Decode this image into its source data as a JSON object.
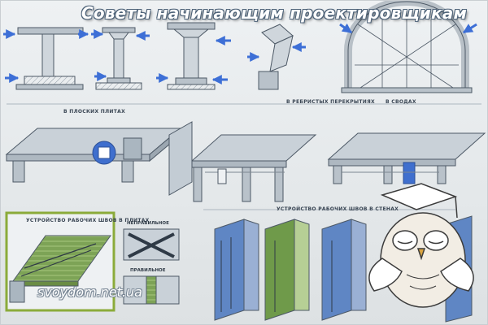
{
  "headline": "Советы начинающим проектировщикам",
  "sections": {
    "flat_slabs": "В ПЛОСКИХ ПЛИТАХ",
    "ribbed_slabs": "В РЕБРИСТЫХ ПЕРЕКРЫТИЯХ",
    "vaults": "В СВОДАХ",
    "slab_joints": "УСТРОЙСТВО РАБОЧИХ ШВОВ В ПЛИТАХ",
    "wall_joints": "УСТРОЙСТВО РАБОЧИХ ШВОВ В СТЕНАХ"
  },
  "labels": {
    "wrong": "НЕПРАВИЛЬНОЕ",
    "right": "ПРАВИЛЬНОЕ"
  },
  "watermark": "svoydom.net.ua",
  "colors": {
    "background": "#e4e8ea",
    "headline_text": "#ffffff",
    "headline_outline": "#4d6278",
    "arrow_blue": "#3d6fd6",
    "steel_blue": "#4a6fb0",
    "board_green": "#6f9a4a",
    "panel_blue": "#5f86c4",
    "owl_outline": "#3b3b3b"
  }
}
